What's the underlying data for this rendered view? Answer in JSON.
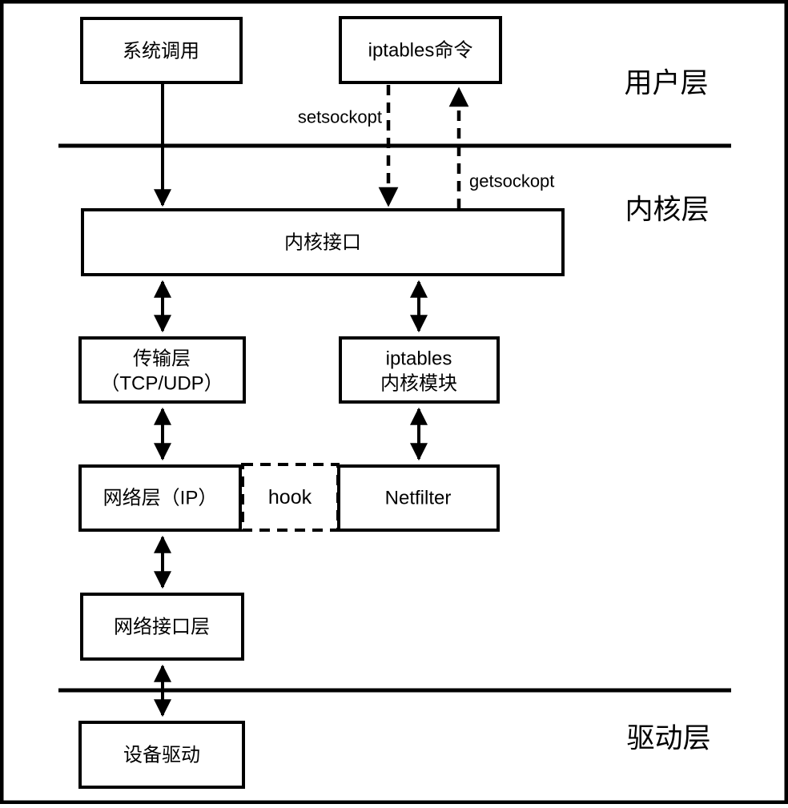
{
  "layers": {
    "user": "用户层",
    "kernel": "内核层",
    "driver": "驱动层"
  },
  "boxes": {
    "system_call": "系统调用",
    "iptables_cmd": "iptables命令",
    "kernel_interface": "内核接口",
    "transport_line1": "传输层",
    "transport_line2": "（TCP/UDP）",
    "iptables_module_line1": "iptables",
    "iptables_module_line2": "内核模块",
    "network_layer": "网络层（IP）",
    "hook": "hook",
    "netfilter": "Netfilter",
    "network_interface": "网络接口层",
    "device_driver": "设备驱动"
  },
  "edge_labels": {
    "setsockopt": "setsockopt",
    "getsockopt": "getsockopt"
  },
  "colors": {
    "foreground": "#000000",
    "background": "#ffffff"
  }
}
